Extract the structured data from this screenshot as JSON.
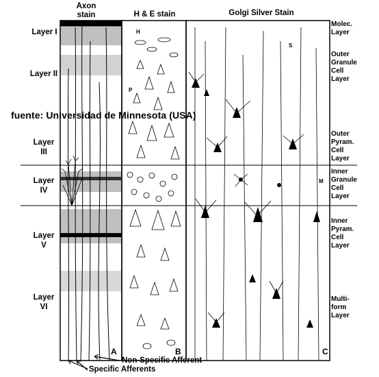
{
  "columns": {
    "axon": "Axon\nstain",
    "he": "H & E stain",
    "golgi": "Golgi Silver Stain"
  },
  "panel_letters": {
    "a": "A",
    "b": "B",
    "c": "C"
  },
  "left_layers": [
    "Layer I",
    "Layer II",
    "Layer III",
    "Layer IV",
    "Layer V",
    "Layer VI"
  ],
  "right_layers": [
    "Molec.\nLayer",
    "Outer\nGranule\nCell\nLayer",
    "Outer\nPyram.\nCell\nLayer",
    "Inner\nGranule\nCell\nLayer",
    "Inner\nPyram.\nCell\nLayer",
    "Multi-\nform\nLayer"
  ],
  "watermark": "fuente: Universidad de Minnesota (USA)",
  "afferents": {
    "non_specific": "Non-Specific Afferent",
    "specific": "Specific Afferents"
  },
  "cell_marks": {
    "h": "H",
    "p": "P",
    "s": "S",
    "m": "M"
  }
}
